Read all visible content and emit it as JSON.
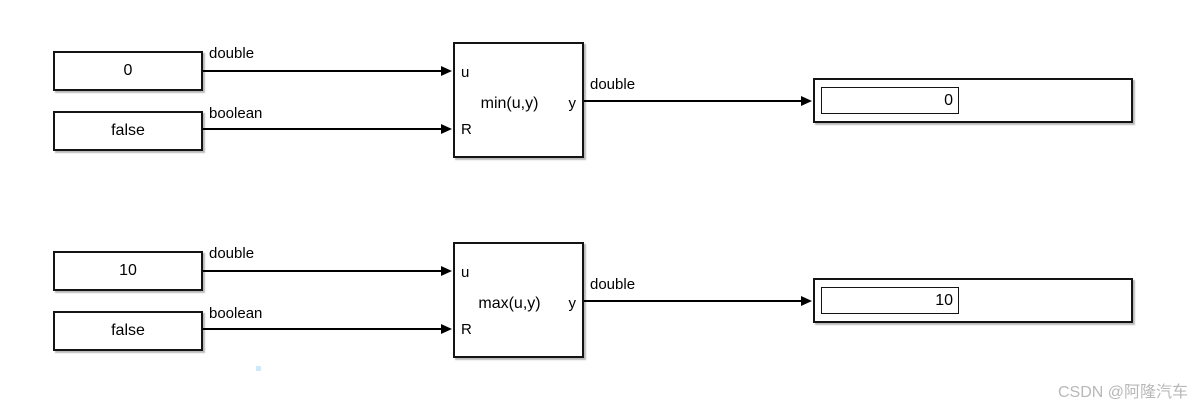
{
  "canvas": {
    "background": "#ffffff"
  },
  "colors": {
    "block_border": "#141414",
    "wire": "#000000",
    "text": "#000000",
    "shadow": "#828282",
    "artifact_blue": "#cde9fb",
    "watermark_gray": "#b8b8b8"
  },
  "watermark": {
    "text": "CSDN @阿隆汽车"
  },
  "groups": [
    {
      "constant_value": "0",
      "constant_signal_label": "double",
      "reset_value": "false",
      "reset_signal_label": "boolean",
      "function_label": "min(u,y)",
      "port_u_label": "u",
      "port_r_label": "R",
      "port_y_label": "y",
      "output_signal_label": "double",
      "display_value": "0"
    },
    {
      "constant_value": "10",
      "constant_signal_label": "double",
      "reset_value": "false",
      "reset_signal_label": "boolean",
      "function_label": "max(u,y)",
      "port_u_label": "u",
      "port_r_label": "R",
      "port_y_label": "y",
      "output_signal_label": "double",
      "display_value": "10"
    }
  ]
}
